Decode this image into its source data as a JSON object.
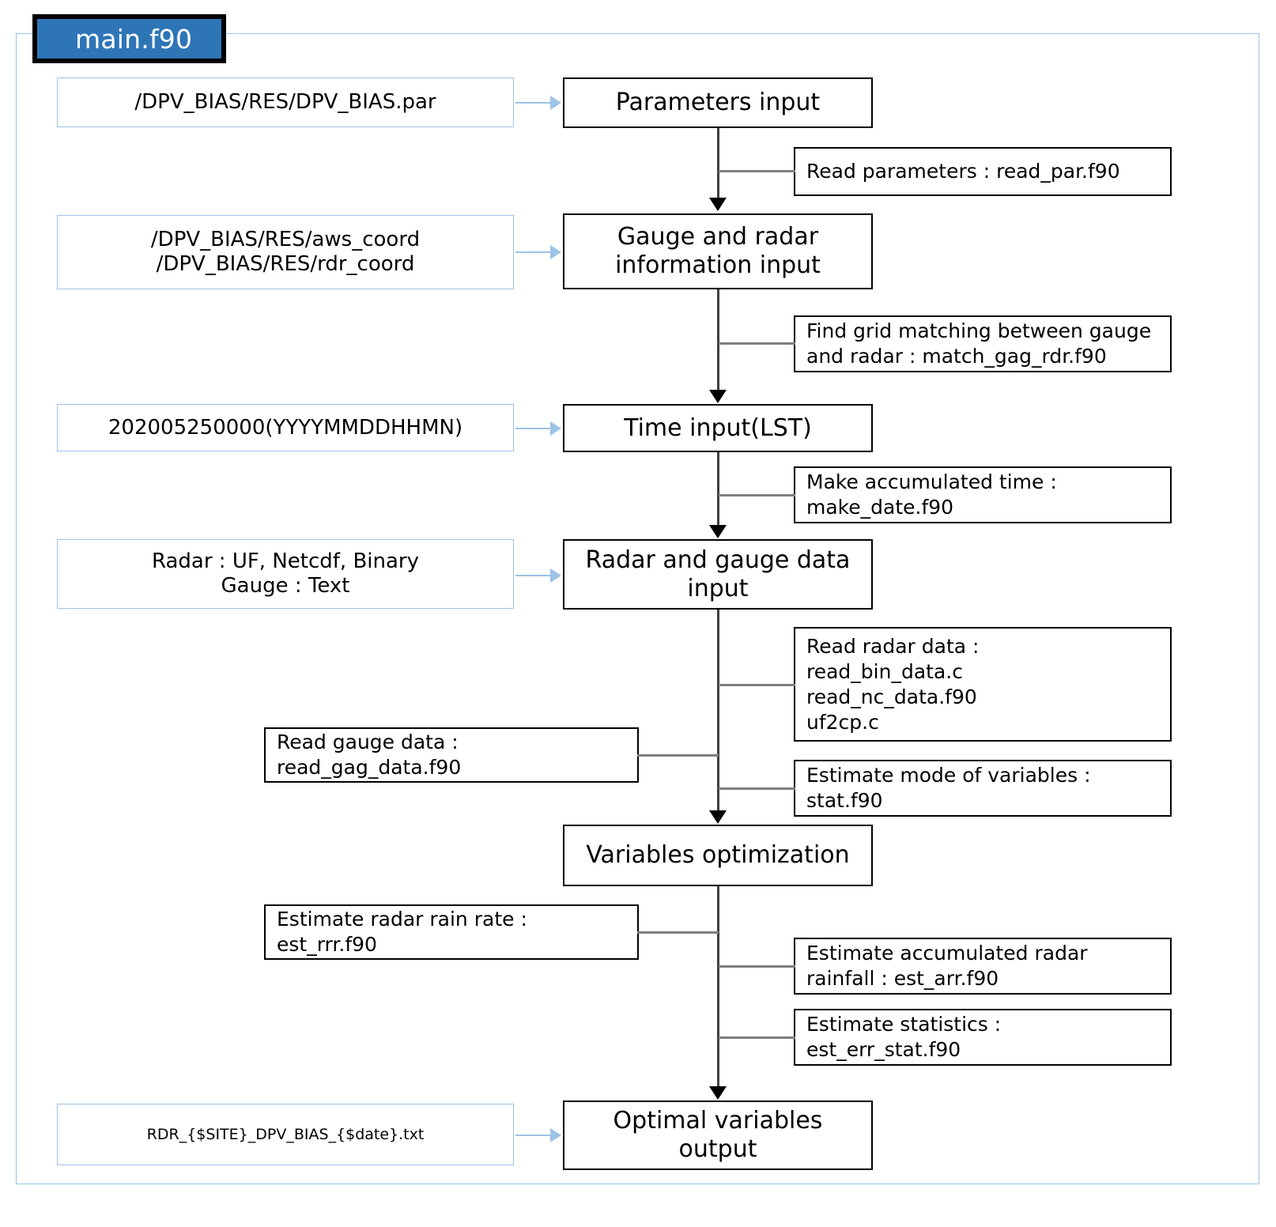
{
  "title": {
    "badge_label": "main.f90"
  },
  "inputs": [
    {
      "name": "parameters-file",
      "lines": [
        "/DPV_BIAS/RES/DPV_BIAS.par"
      ]
    },
    {
      "name": "coord-files",
      "lines": [
        "/DPV_BIAS/RES/aws_coord",
        "/DPV_BIAS/RES/rdr_coord"
      ]
    },
    {
      "name": "time-value",
      "lines": [
        "202005250000(YYYYMMDDHHMN)"
      ]
    },
    {
      "name": "data-formats",
      "lines": [
        "Radar : UF, Netcdf, Binary",
        "Gauge : Text"
      ]
    },
    {
      "name": "output-file",
      "lines": [
        "RDR_{$SITE}_DPV_BIAS_{$date}.txt"
      ]
    }
  ],
  "process_steps": [
    {
      "name": "parameters-input",
      "lines": [
        "Parameters input"
      ]
    },
    {
      "name": "gauge-radar-information-input",
      "lines": [
        "Gauge and radar",
        "information input"
      ]
    },
    {
      "name": "time-input",
      "lines": [
        "Time input(LST)"
      ]
    },
    {
      "name": "radar-gauge-data-input",
      "lines": [
        "Radar and gauge data",
        "input"
      ]
    },
    {
      "name": "variables-optimization",
      "lines": [
        "Variables optimization"
      ]
    },
    {
      "name": "optimal-variables-output",
      "lines": [
        "Optimal variables",
        "output"
      ]
    }
  ],
  "annotations": [
    {
      "name": "read-parameters",
      "lines": [
        "Read parameters : read_par.f90"
      ]
    },
    {
      "name": "match-gauge-radar",
      "lines": [
        "Find grid matching between gauge",
        "and radar : match_gag_rdr.f90"
      ]
    },
    {
      "name": "make-accumulated-time",
      "lines": [
        "Make accumulated time :",
        "make_date.f90"
      ]
    },
    {
      "name": "read-radar-data",
      "lines": [
        "Read radar data :",
        "read_bin_data.c",
        "read_nc_data.f90",
        "uf2cp.c"
      ]
    },
    {
      "name": "read-gauge-data",
      "lines": [
        "Read gauge data :",
        "read_gag_data.f90"
      ]
    },
    {
      "name": "estimate-mode-of-variables",
      "lines": [
        "Estimate mode of variables :",
        "stat.f90"
      ]
    },
    {
      "name": "estimate-radar-rain-rate",
      "lines": [
        "Estimate radar rain rate :",
        "est_rrr.f90"
      ]
    },
    {
      "name": "estimate-accumulated-rainfall",
      "lines": [
        "Estimate accumulated radar",
        "rainfall : est_arr.f90"
      ]
    },
    {
      "name": "estimate-statistics",
      "lines": [
        "Estimate statistics :",
        "est_err_stat.f90"
      ]
    }
  ],
  "colors": {
    "badge_fill": "#2e75b6",
    "badge_border": "#000000",
    "frame_border": "#9dc3e6",
    "input_border": "#9dc3e6",
    "process_border": "#000000",
    "note_border": "#000000",
    "flow_arrow": "#404040",
    "branch_line": "#7f7f7f",
    "feeder_arrow": "#9dc3e6"
  }
}
